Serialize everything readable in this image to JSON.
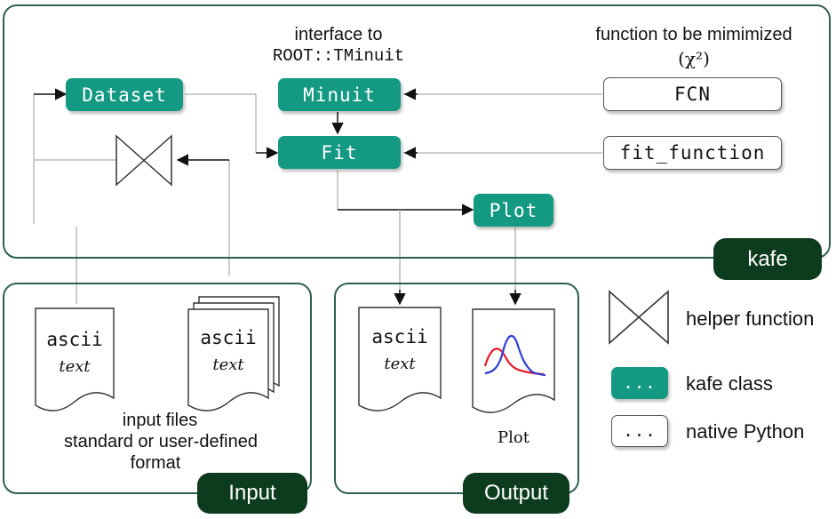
{
  "groups": {
    "kafe": "kafe",
    "input": "Input",
    "output": "Output"
  },
  "annotations": {
    "interface_line1": "interface to",
    "interface_line2": "ROOT::TMinuit",
    "fcn_line1": "function to be mimimized",
    "fcn_line2": "(χ²)",
    "input_files_line1": "input files",
    "input_files_line2": "standard or user-defined",
    "input_files_line3": "format",
    "plot_caption": "Plot"
  },
  "kafe_classes": {
    "dataset": "Dataset",
    "minuit": "Minuit",
    "fit": "Fit",
    "plot": "Plot"
  },
  "python_objects": {
    "fcn": "FCN",
    "fit_function": "fit_function"
  },
  "documents": {
    "input_single_title": "ascii",
    "input_single_sub": "text",
    "input_multi_title": "ascii",
    "input_multi_sub": "text",
    "output_title": "ascii",
    "output_sub": "text"
  },
  "legend": {
    "helper_label": "helper function",
    "kafe_box_text": "...",
    "kafe_label": "kafe class",
    "python_box_text": "...",
    "python_label": "native Python"
  },
  "colors": {
    "kafe_class": "#149a82",
    "group_tag": "#0d3b1e",
    "frame": "#2f5f52",
    "curve_red": "#e8192c",
    "curve_blue": "#2b3fd6"
  }
}
